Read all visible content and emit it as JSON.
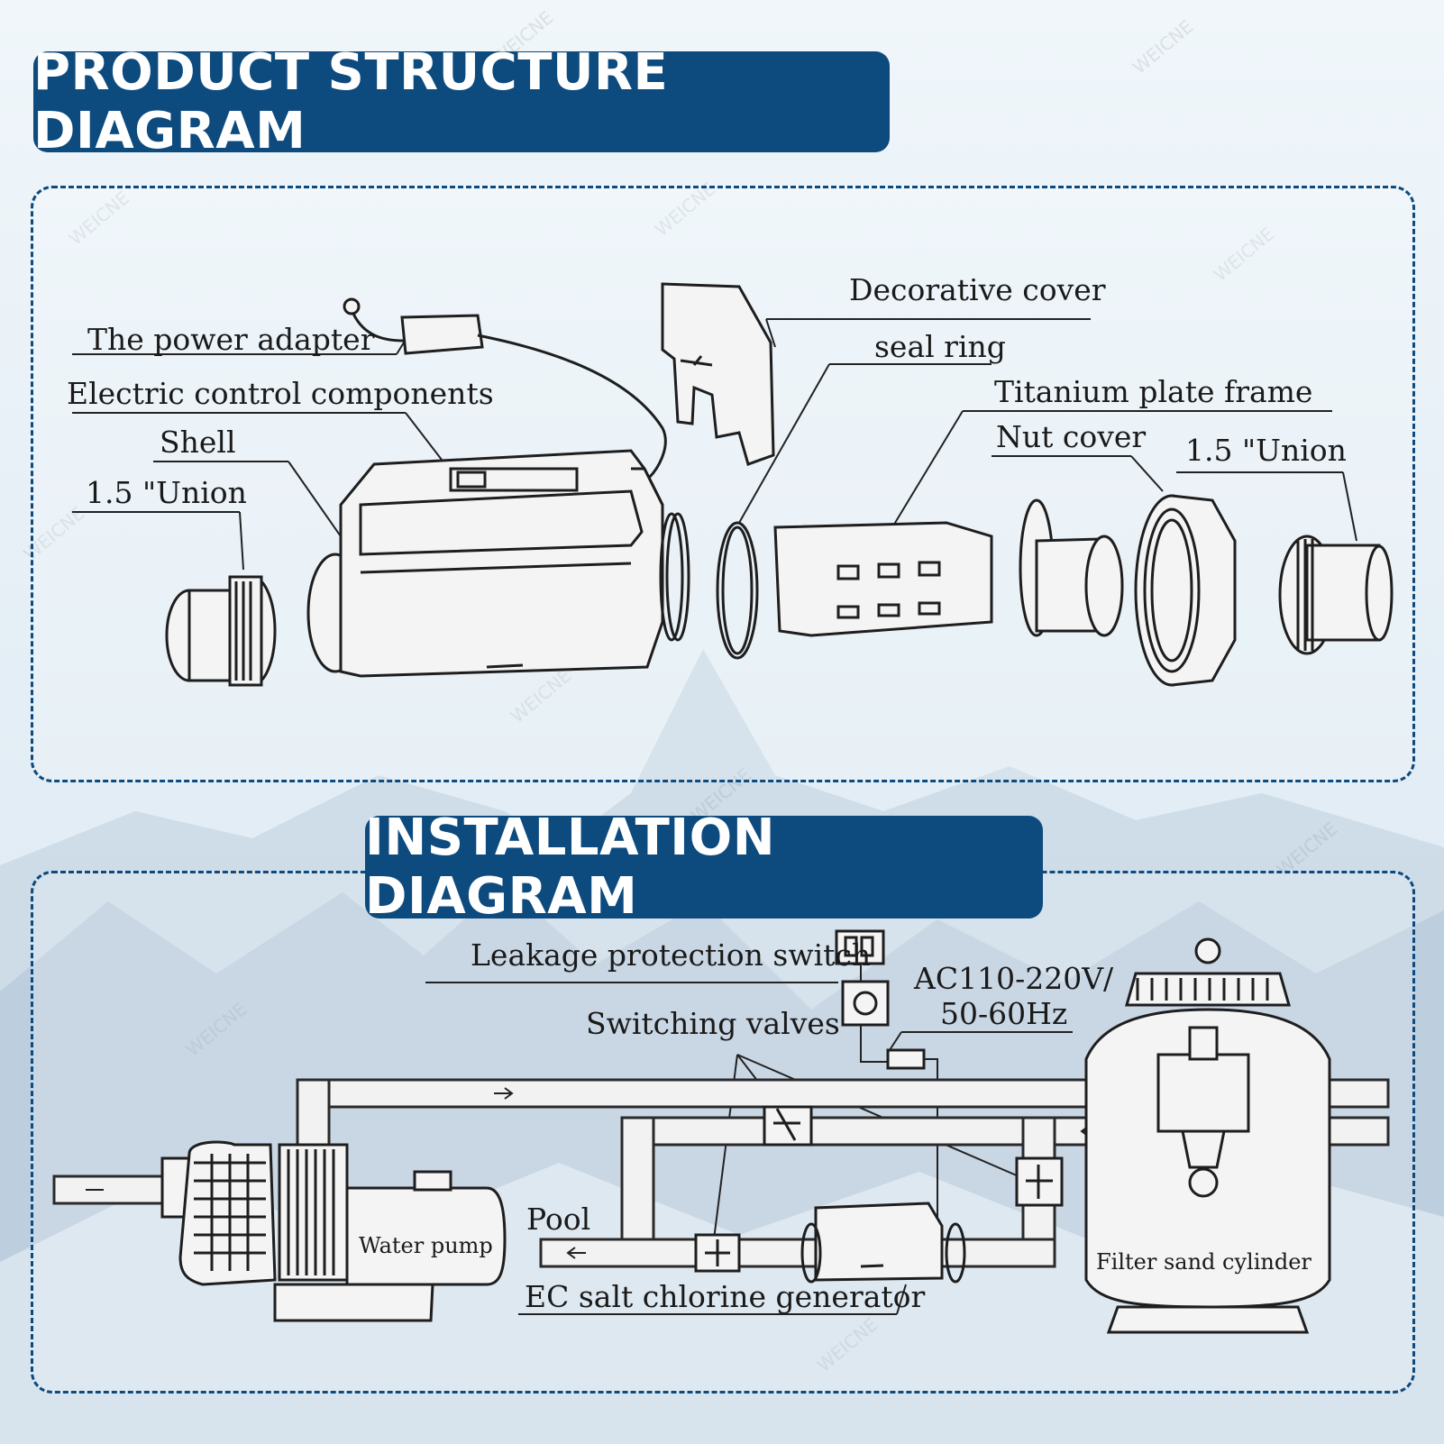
{
  "watermark": "WEICNE",
  "product_section": {
    "title": "PRODUCT STRUCTURE DIAGRAM",
    "labels": {
      "decorative_cover": "Decorative cover",
      "power_adapter": "The power adapter",
      "seal_ring": "seal ring",
      "electric_control": "Electric control components",
      "titanium_plate_frame": "Titanium plate frame",
      "nut_cover": "Nut cover",
      "shell": "Shell",
      "union_left": "1.5 \"Union",
      "union_right": "1.5 \"Union"
    }
  },
  "install_section": {
    "title": "INSTALLATION DIAGRAM",
    "labels": {
      "leakage_switch": "Leakage protection switch",
      "voltage_line1": "AC110-220V/",
      "voltage_line2": "50-60Hz",
      "switching_valves": "Switching valves",
      "pool": "Pool",
      "water_pump": "Water pump",
      "ec_generator": "EC salt chlorine generator",
      "filter_sand": "Filter sand cylinder"
    }
  },
  "colors": {
    "banner": "#0d4a7e",
    "border": "#0d4a7e",
    "sky_top": "#eaf3f9",
    "mountain": "#c3d3e1"
  }
}
